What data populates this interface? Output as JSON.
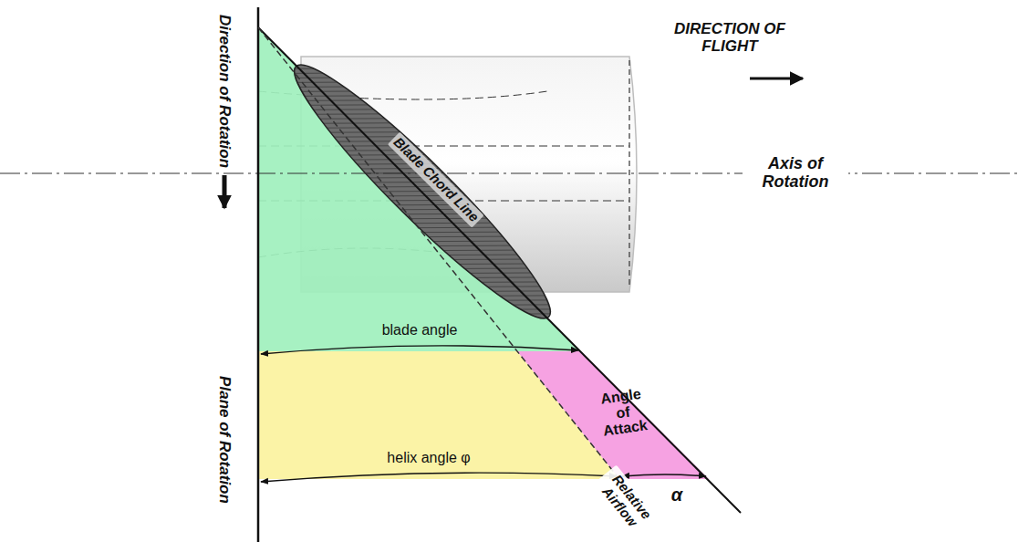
{
  "diagram": {
    "labels": [
      "Direction of Rotation",
      "DIRECTION OF FLIGHT",
      "Axis of Rotation",
      "Blade Chord Line",
      "blade angle",
      "helix angle φ",
      "Angle of Attack",
      "α",
      "Plane of Rotation",
      "Relative Airflow"
    ]
  }
}
